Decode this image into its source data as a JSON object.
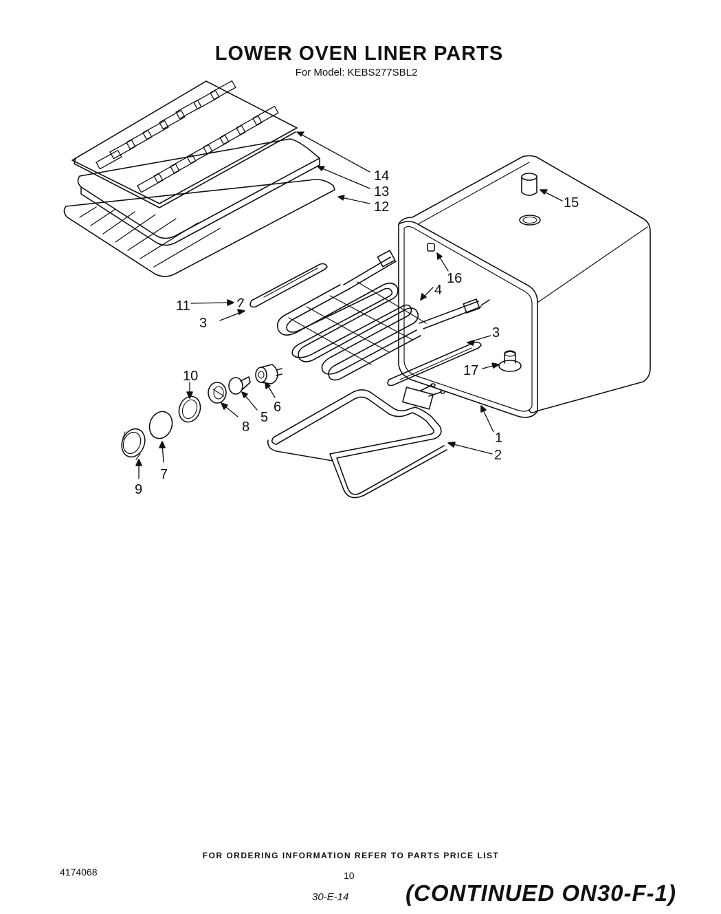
{
  "header": {
    "title": "LOWER OVEN LINER PARTS",
    "subtitle": "For Model: KEBS277SBL2"
  },
  "callouts": {
    "c1": "1",
    "c2": "2",
    "c3a": "3",
    "c3b": "3",
    "c4": "4",
    "c5": "5",
    "c6": "6",
    "c7": "7",
    "c8": "8",
    "c9": "9",
    "c10": "10",
    "c11": "11",
    "c12": "12",
    "c13": "13",
    "c14": "14",
    "c15": "15",
    "c16": "16",
    "c17": "17"
  },
  "footer": {
    "ordering_note": "FOR ORDERING INFORMATION REFER TO PARTS PRICE LIST",
    "document_number": "4174068",
    "page_number": "10",
    "handwritten_note": "30-E-14",
    "continued": "(CONTINUED ON30-F-1)"
  }
}
